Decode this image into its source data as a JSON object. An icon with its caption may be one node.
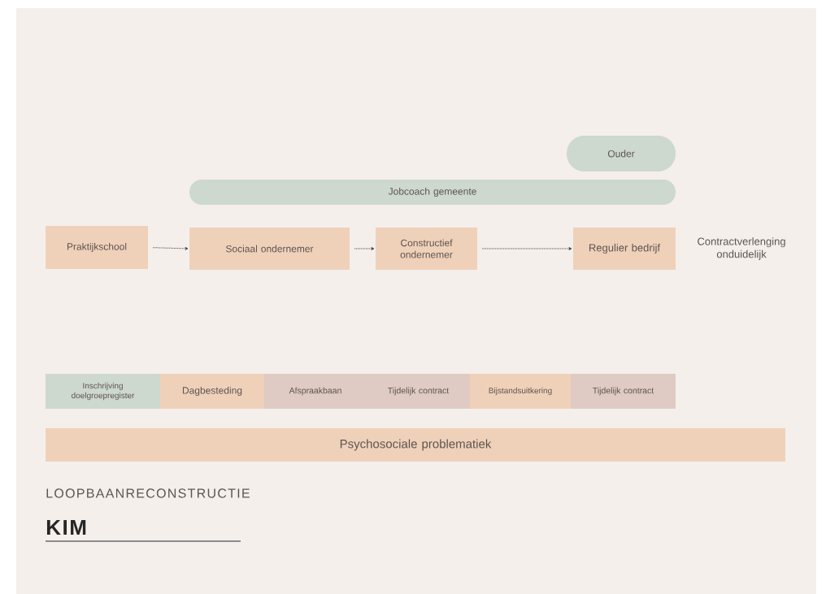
{
  "diagram": {
    "title": "KIM",
    "nodes": [
      {
        "text": [
          "Ouder"
        ]
      },
      {
        "text": [
          "Jobcoach gemeente"
        ]
      },
      {
        "text": [
          "Praktijkschool"
        ]
      },
      {
        "text": [
          "Sociaal ondernemer"
        ]
      },
      {
        "text": [
          "Constructief ondernemer"
        ]
      },
      {
        "text": [
          "Regulier bedrijf"
        ],
        "beside": [
          "Contractverlenging onduidelijk"
        ]
      },
      {
        "text": [
          "Inschrijving doelgroepregister"
        ]
      },
      {
        "text": [
          "Dagbesteding"
        ]
      },
      {
        "text": [
          "Afspraakbaan"
        ]
      },
      {
        "text": [
          "Tijdelijk contract"
        ]
      },
      {
        "text": [
          "Bijstandsuitkering"
        ]
      },
      {
        "text": [
          "Tijdelijk contract"
        ]
      },
      {
        "text": [
          "Psychosociale problematiek"
        ]
      }
    ],
    "edges": [
      {
        "from": 2,
        "to": 3,
        "arrow": "to"
      },
      {
        "from": 3,
        "to": 4,
        "arrow": "to"
      },
      {
        "from": 4,
        "to": 5,
        "arrow": "to"
      }
    ],
    "labels": [
      "LOOPBAANRECONSTRUCTIE"
    ]
  }
}
